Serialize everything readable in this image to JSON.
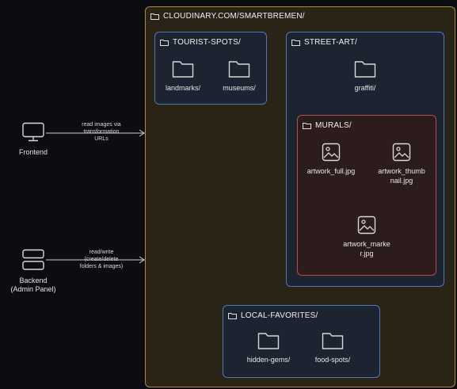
{
  "groups": {
    "root": "CLOUDINARY.COM/SMARTBREMEN/",
    "tourist": "TOURIST-SPOTS/",
    "street": "STREET-ART/",
    "murals": "MURALS/",
    "local": "LOCAL-FAVORITES/"
  },
  "nodes": {
    "landmarks": "landmarks/",
    "museums": "museums/",
    "graffiti": "graffiti/",
    "artwork_full": "artwork_full.jpg",
    "artwork_thumb_1": "artwork_thumb",
    "artwork_thumb_2": "nail.jpg",
    "artwork_marker_1": "artwork_marke",
    "artwork_marker_2": "r.jpg",
    "hidden_gems": "hidden-gems/",
    "food_spots": "food-spots/"
  },
  "actors": {
    "frontend": "Frontend",
    "backend_1": "Backend",
    "backend_2": "(Admin Panel)"
  },
  "edges": {
    "frontend_1": "read images via",
    "frontend_2": "transformation",
    "frontend_3": "URLs",
    "backend_1": "read/write",
    "backend_2": "(create/delete",
    "backend_3": "folders & images)"
  },
  "icons": {
    "folder": "folder-icon",
    "image": "image-icon",
    "monitor": "monitor-icon",
    "server": "server-icon"
  }
}
